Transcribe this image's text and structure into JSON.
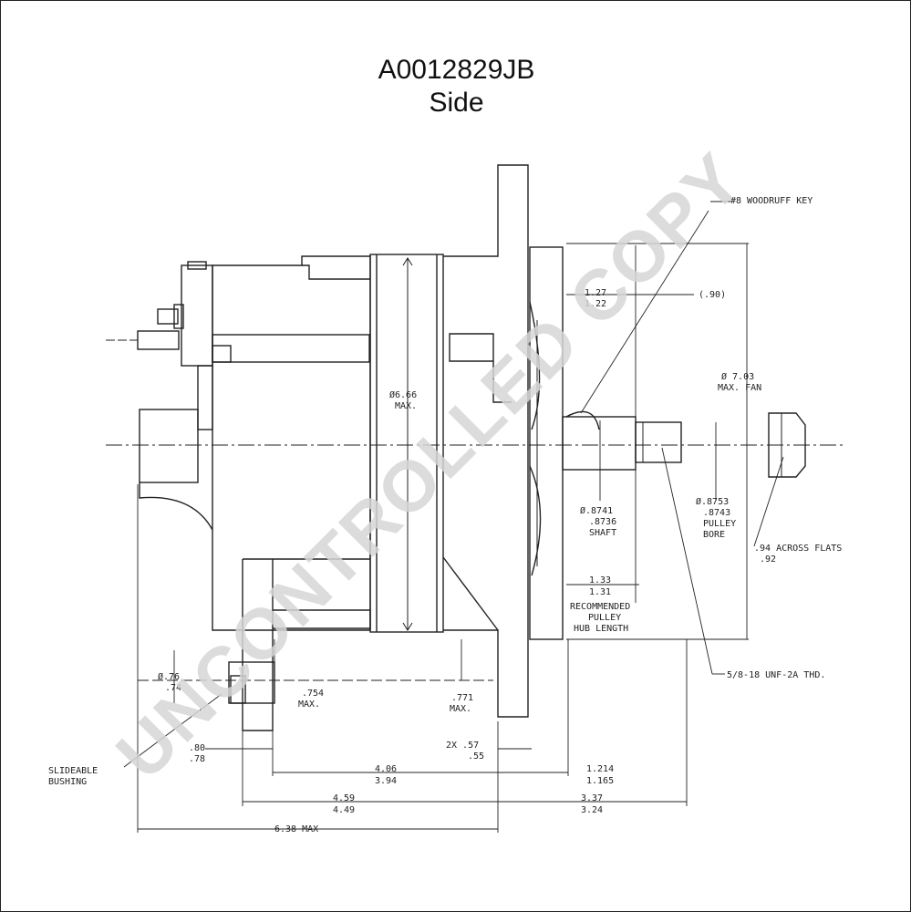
{
  "header": {
    "part_number": "A0012829JB",
    "view": "Side"
  },
  "watermark": "UNCONTROLLED COPY",
  "labels": {
    "woodruff": "#8 WOODRUFF KEY",
    "d127": "1.27",
    "d122": "1.22",
    "d90": "(.90)",
    "fan1": "Ø 7.03",
    "fan2": "MAX. FAN",
    "body1": "Ø6.66",
    "body2": "MAX.",
    "shaft1": "Ø.8741",
    "shaft2": ".8736",
    "shaft3": "SHAFT",
    "bore1": "Ø.8753",
    "bore2": ".8743",
    "bore3": "PULLEY",
    "bore4": "BORE",
    "flats1": ".94 ACROSS FLATS",
    "flats2": ".92",
    "hub1": "1.33",
    "hub2": "1.31",
    "hub3": "RECOMMENDED",
    "hub4": "PULLEY",
    "hub5": "HUB LENGTH",
    "thread": "5/8-18 UNF-2A THD.",
    "d076": "Ø.76",
    "d074": ".74",
    "d754a": ".754",
    "d754b": "MAX.",
    "d771a": ".771",
    "d771b": "MAX.",
    "d80a": ".80",
    "d80b": ".78",
    "bush1": "SLIDEABLE",
    "bush2": "BUSHING",
    "d2x1": "2X .57",
    "d2x2": ".55",
    "d406": "4.06",
    "d394": "3.94",
    "d1214": "1.214",
    "d1165": "1.165",
    "d459": "4.59",
    "d449": "4.49",
    "d337": "3.37",
    "d324": "3.24",
    "d638": "6.38 MAX"
  }
}
